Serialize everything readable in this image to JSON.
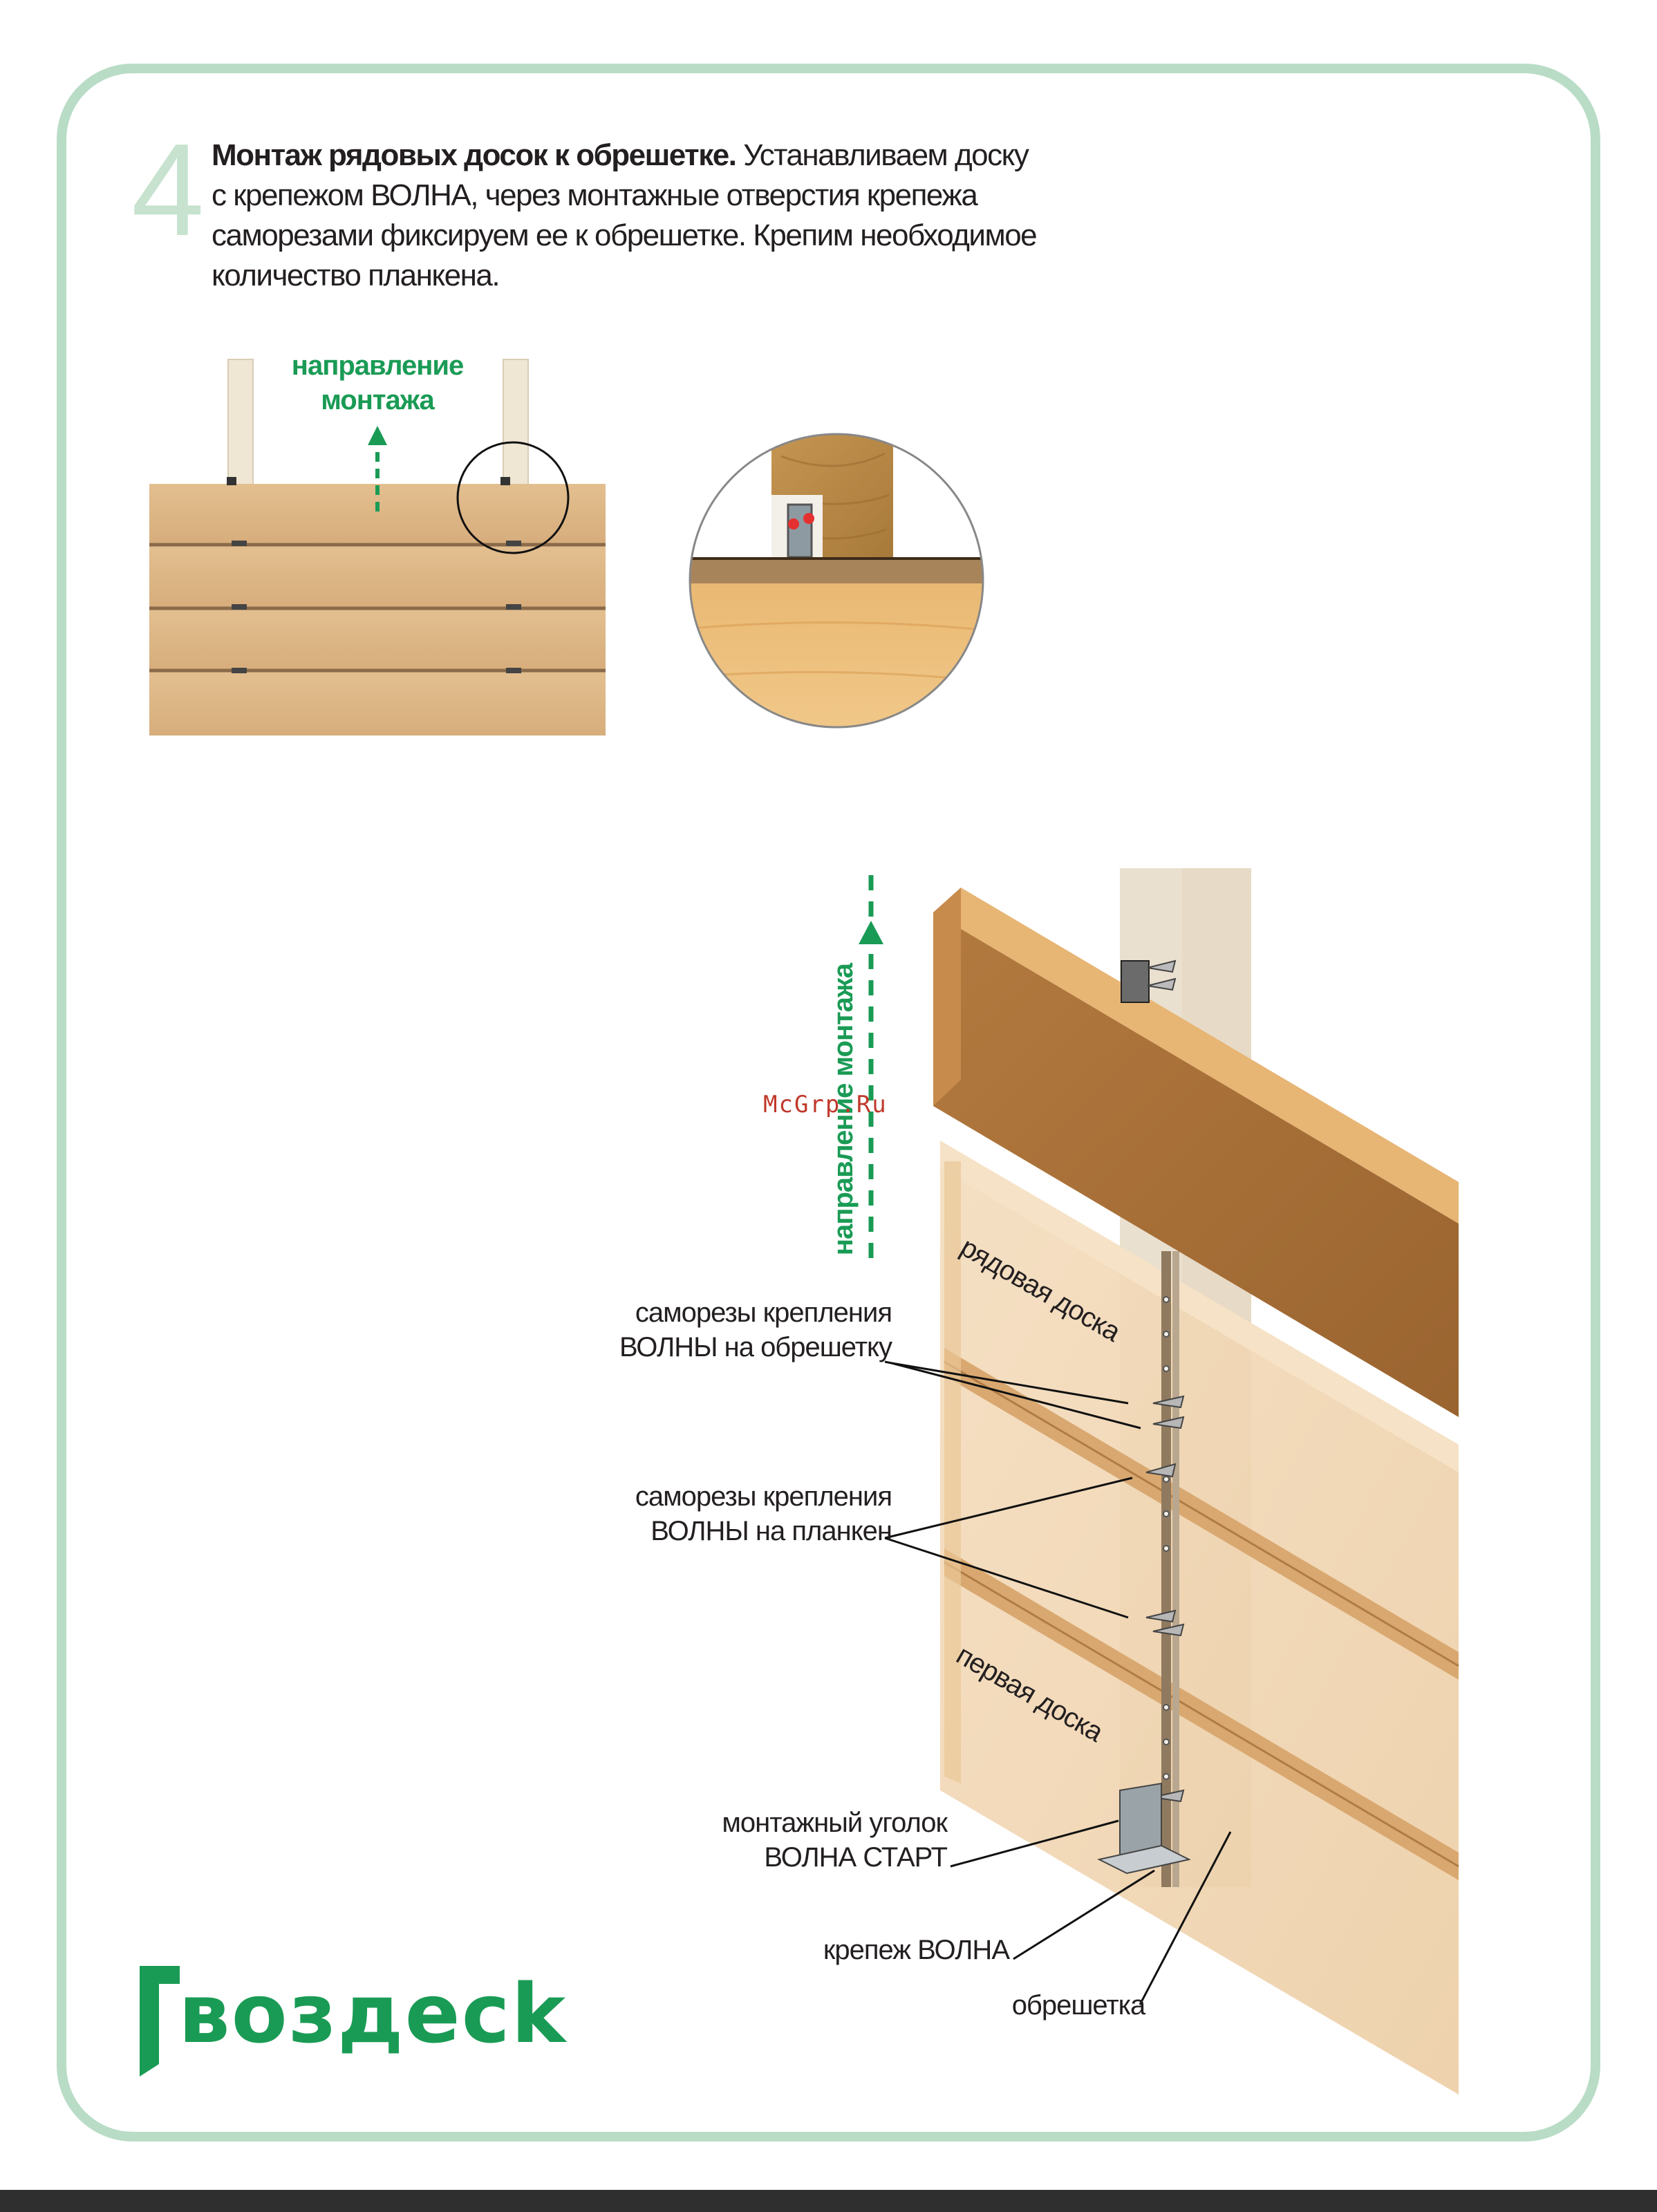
{
  "step": {
    "number": "4",
    "title": "Монтаж рядовых досок к обрешетке.",
    "text": "Устанавливаем доску с крепежом ВОЛНА, через монтажные отверстия крепежа саморезами фиксируем ее к обрешетке. Крепим необходимое количество планкена."
  },
  "top_diagram": {
    "direction_line1": "направление",
    "direction_line2": "монтажа"
  },
  "main_diagram": {
    "direction_label": "направление монтажа",
    "board_row": "рядовая доска",
    "board_first": "первая доска",
    "callout_screws_batten_1": "саморезы крепления",
    "callout_screws_batten_2": "ВОЛНЫ на обрешетку",
    "callout_screws_plank_1": "саморезы крепления",
    "callout_screws_plank_2": "ВОЛНЫ на планкен",
    "callout_start_1": "монтажный уголок",
    "callout_start_2": "ВОЛНА СТАРТ",
    "callout_fastener": "крепеж ВОЛНА",
    "callout_batten": "обрешетка"
  },
  "watermark": "McGrp.Ru",
  "brand": {
    "logo_text": "воздеck",
    "accent_color": "#1a9b55",
    "frame_color": "#b9dcc6"
  }
}
